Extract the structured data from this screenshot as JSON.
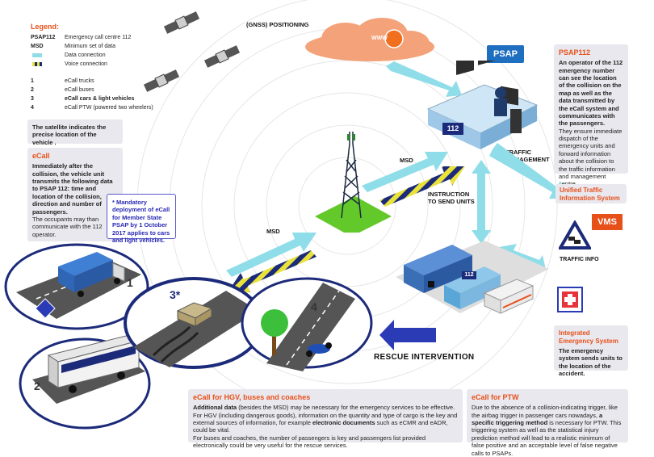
{
  "legend": {
    "title": "Legend:",
    "rows": [
      {
        "key": "PSAP112",
        "text": "Emergency call centre 112"
      },
      {
        "key": "MSD",
        "text": "Minimum set of data"
      },
      {
        "key": "",
        "text": "Data connection"
      },
      {
        "key": "",
        "text": "Voice connection"
      },
      {
        "key": "1",
        "text": "eCall trucks"
      },
      {
        "key": "2",
        "text": "eCall buses"
      },
      {
        "key": "3",
        "text": "eCall cars & light vehicles"
      },
      {
        "key": "4",
        "text": "eCall PTW (powered two wheelers)"
      }
    ]
  },
  "satellite_note": "The satellite indicates the precise location of the vehicle .",
  "ecall_box": {
    "title": "eCall",
    "body": "Immediately after the collision, the vehicle unit transmits the following data to PSAP 112: time and location of the collision, direction and number of passengers.",
    "body2": "The occupants may than communicate with the 112 operator."
  },
  "mandatory_note": "* Mandatory deployment of eCall for Member State PSAP by 1 October 2017 applies to cars and light vehicles.",
  "gnss_label": "(GNSS) POSITIONING",
  "www_label": "WWW",
  "psap_label": "PSAP",
  "psap_box": {
    "title": "PSAP112",
    "body": "An operator of the 112 emergency number can see the location of the collision on the map as well as the data transmitted by the eCall system and communicates with the passengers.",
    "body2": "They ensure immediate dispatch of the emergency units and forward information about the collision to the traffic information and management centre."
  },
  "desk_label": "112",
  "traffic_management": "TRAFFIC MANAGEMENT",
  "msd_label_1": "MSD",
  "msd_label_2": "MSD",
  "instruction_label": "INSTRUCTION TO SEND UNITS",
  "unified_traffic": "Unified Traffic Information System",
  "vms_label": "VMS",
  "traffic_info": "TRAFFIC INFO",
  "integrated_emergency": {
    "title": "Integrated Emergency System",
    "body": "The emergency system sends units to the location of the accident."
  },
  "rescue_label": "RESCUE INTERVENTION",
  "vehicle_numbers": [
    "1",
    "2",
    "3*",
    "4"
  ],
  "ambulance_label": "112",
  "hgv_box": {
    "title": "eCall for HGV, buses and coaches",
    "p1_bold": "Additional data",
    "p1": " (besides the MSD) may be necessary for the emergency services to be effective.",
    "p2a": "For HGV (including dangerous goods), information on the quantity and type of cargo is the key and external sources of information, for example ",
    "p2_bold": "electronic documents",
    "p2b": " such as eCMR and eADR, could be vital.",
    "p3": "For buses and coaches, the number of passengers is key and passengers list provided electronically could be very useful for the rescue services."
  },
  "ptw_box": {
    "title": "eCall for PTW",
    "p1a": "Due to the absence of a collision-indicating trigger, like the airbag trigger in passenger cars nowadays, ",
    "p1_bold": "a specific triggering method",
    "p1b": " is necessary for PTW. This triggering system as well as the statistical injury prediction method will lead to a realistic minimum of false positive and an acceptable level of false negative calls to PSAPs."
  },
  "colors": {
    "accent": "#e8501a",
    "data_connection": "#8fdde8",
    "voice_connection": "#e8e23a",
    "navy": "#1c2a7a",
    "psap_blue": "#1f6fc0"
  }
}
